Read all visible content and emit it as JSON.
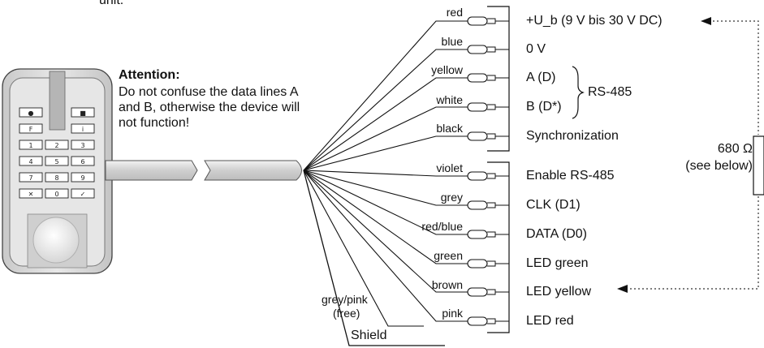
{
  "top_fragment": "unit.",
  "attention": {
    "heading": "Attention:",
    "text": "Do not confuse the data lines A and B, otherwise the device will not function!"
  },
  "keypad": {
    "keys": [
      "●",
      "■",
      "F",
      "i",
      "1",
      "2",
      "3",
      "4",
      "5",
      "6",
      "7",
      "8",
      "9",
      "✕",
      "0",
      "✓"
    ]
  },
  "wires_upper": [
    {
      "color": "red",
      "signal": "+U_b (9 V bis 30 V DC)"
    },
    {
      "color": "blue",
      "signal": "0 V"
    },
    {
      "color": "yellow",
      "signal": "A (D)"
    },
    {
      "color": "white",
      "signal": "B (D*)"
    },
    {
      "color": "black",
      "signal": "Synchronization"
    }
  ],
  "rs485_label": "RS-485",
  "wires_lower": [
    {
      "color": "violet",
      "signal": "Enable RS-485"
    },
    {
      "color": "grey",
      "signal": "CLK (D1)"
    },
    {
      "color": "red/blue",
      "signal": "DATA (D0)"
    },
    {
      "color": "green",
      "signal": "LED green"
    },
    {
      "color": "brown",
      "signal": "LED yellow"
    },
    {
      "color": "pink",
      "signal": "LED red"
    }
  ],
  "free_wire": {
    "line1": "grey/pink",
    "line2": "(free)"
  },
  "shield_label": "Shield",
  "resistor": {
    "value": "680 Ω",
    "note": "(see below)"
  }
}
